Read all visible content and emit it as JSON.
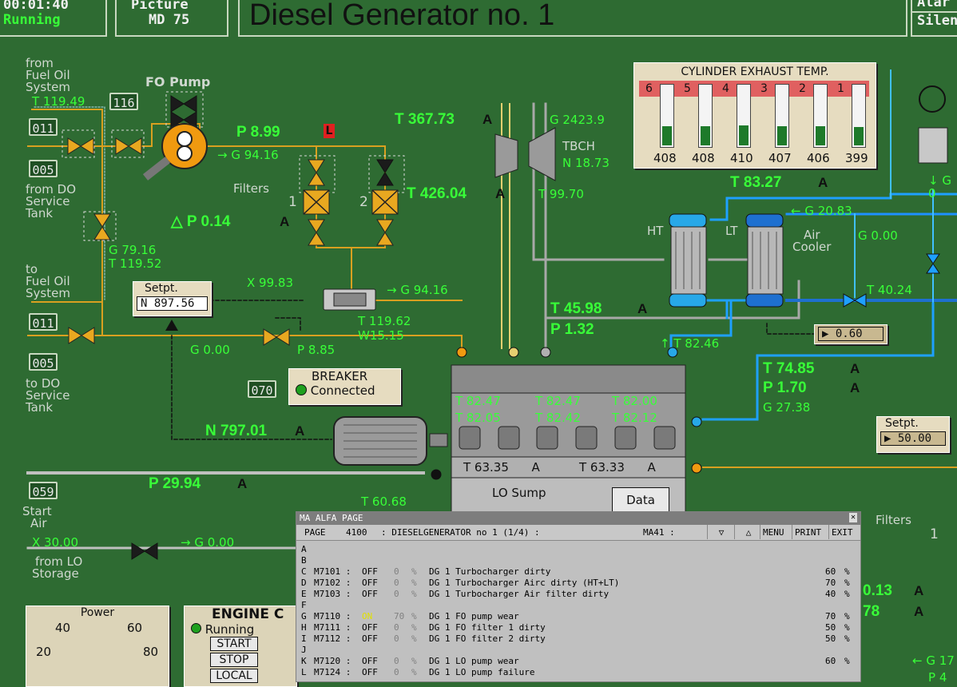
{
  "header": {
    "time": "00:01:40",
    "status": "Running",
    "picture_label": "Picture",
    "picture_code": "MD 75",
    "title": "Diesel Generator no. 1",
    "right_top": "Alar",
    "right_bottom": "Silen"
  },
  "fuel": {
    "from_fo_system": [
      "from",
      "Fuel Oil",
      "System"
    ],
    "to_fo_system": [
      "to",
      "Fuel Oil",
      "System"
    ],
    "from_do_tank": [
      "from DO",
      "Service",
      "Tank"
    ],
    "to_do_tank": [
      "to DO",
      "Service",
      "Tank"
    ],
    "t_in": "T 119.49",
    "tag_116": "116",
    "tag_011a": "011",
    "tag_005a": "005",
    "tag_011b": "011",
    "tag_005b": "005",
    "fo_pump_label": "FO Pump",
    "p_fo": "P 8.99",
    "l_flag": "L",
    "g_pump": "G 94.16",
    "filters": "Filters",
    "filter1": "1",
    "filter2": "2",
    "dp": "P 0.14",
    "g_return": "G 79.16",
    "t_return": "T 119.52",
    "x_rack": "X 99.83",
    "g_rack": "G 94.16",
    "t_rack": "T 119.62",
    "w_rack": "W15.15",
    "g_0": "G 0.00",
    "p_885": "P 8.85"
  },
  "setpoint_speed": {
    "label": "Setpt.",
    "value": "N 897.56"
  },
  "breaker": {
    "label": "BREAKER",
    "state": "Connected",
    "tag": "070"
  },
  "gen_speed": "N 797.01",
  "exhaust": {
    "title": "CYLINDER EXHAUST TEMP.",
    "cyl": [
      "6",
      "5",
      "4",
      "3",
      "2",
      "1"
    ],
    "temps": [
      "408",
      "408",
      "410",
      "407",
      "406",
      "399"
    ],
    "levels": [
      0.32,
      0.32,
      0.33,
      0.32,
      0.31,
      0.3
    ]
  },
  "turbo": {
    "t_exh_in": "T 367.73",
    "t_exh_out": "T 426.04",
    "g": "G 2423.9",
    "label": "TBCH",
    "n": "N 18.73",
    "t_air": "T 99.70"
  },
  "cooler": {
    "t_ht": "T 83.27",
    "ht": "HT",
    "lt": "LT",
    "g_lt": "G 20.83",
    "air_cooler": [
      "Air",
      "Cooler"
    ],
    "g_0": "G 0.00",
    "t_lt": "T 40.24",
    "valve": "0.60"
  },
  "scav": {
    "t": "T 45.98",
    "p": "P 1.32",
    "t_ht_out": "T 82.46"
  },
  "cooling_water": {
    "t": "T 74.85",
    "p": "P 1.70",
    "g": "G 27.38"
  },
  "setpoint_cw": {
    "label": "Setpt.",
    "value": "50.00"
  },
  "engine": {
    "t_row1": [
      "T 82.47",
      "T 82.47",
      "T 82.00"
    ],
    "t_row2": [
      "T 82.05",
      "T 82.42",
      "T 82.12"
    ],
    "t_bear": [
      "T 63.35",
      "T 63.33"
    ],
    "lo_sump": "LO Sump",
    "data": "Data"
  },
  "start_air": {
    "p": "P 29.94",
    "tag": "059",
    "label": [
      "Start",
      "Air"
    ],
    "t": "T 60.68",
    "x": "X 30.00",
    "g": "G 0.00",
    "from_lo": [
      "from LO",
      "Storage"
    ]
  },
  "right_edge": {
    "filters": "Filters",
    "one": "1",
    "v13": "0.13",
    "v78": "78",
    "g17": "G 17",
    "p4": "P 4",
    "g0": "G 0",
    "a": "A"
  },
  "power": {
    "title": "Power",
    "ticks": [
      "20",
      "40",
      "60",
      "80"
    ]
  },
  "engine_control": {
    "title": "ENGINE C",
    "running": "Running",
    "buttons": [
      "START",
      "STOP",
      "LOCAL"
    ]
  },
  "popup": {
    "title": "MA ALFA PAGE",
    "page_label": "PAGE",
    "page_no": "4100",
    "page_desc": ": DIESELGENERATOR no 1 (1/4) :",
    "ma": "MA41 :",
    "buttons": [
      "MENU",
      "PRINT",
      "EXIT"
    ],
    "rows": [
      {
        "k": "A",
        "id": "",
        "st": "",
        "v": "",
        "u": "",
        "desc": "",
        "lim": "",
        "lu": ""
      },
      {
        "k": "B",
        "id": "",
        "st": "",
        "v": "",
        "u": "",
        "desc": "",
        "lim": "",
        "lu": ""
      },
      {
        "k": "C",
        "id": "M7101 :",
        "st": "OFF",
        "v": "0",
        "u": "%",
        "desc": "DG 1 Turbocharger dirty",
        "lim": "60",
        "lu": "%"
      },
      {
        "k": "D",
        "id": "M7102 :",
        "st": "OFF",
        "v": "0",
        "u": "%",
        "desc": "DG 1 Turbocharger Airc dirty (HT+LT)",
        "lim": "70",
        "lu": "%"
      },
      {
        "k": "E",
        "id": "M7103 :",
        "st": "OFF",
        "v": "0",
        "u": "%",
        "desc": "DG 1 Turbocharger Air filter dirty",
        "lim": "40",
        "lu": "%"
      },
      {
        "k": "F",
        "id": "",
        "st": "",
        "v": "",
        "u": "",
        "desc": "",
        "lim": "",
        "lu": ""
      },
      {
        "k": "G",
        "id": "M7110 :",
        "st": "ON",
        "v": "70",
        "u": "%",
        "desc": "DG 1 FO pump wear",
        "lim": "70",
        "lu": "%"
      },
      {
        "k": "H",
        "id": "M7111 :",
        "st": "OFF",
        "v": "0",
        "u": "%",
        "desc": "DG 1 FO filter 1 dirty",
        "lim": "50",
        "lu": "%"
      },
      {
        "k": "I",
        "id": "M7112 :",
        "st": "OFF",
        "v": "0",
        "u": "%",
        "desc": "DG 1 FO filter 2 dirty",
        "lim": "50",
        "lu": "%"
      },
      {
        "k": "J",
        "id": "",
        "st": "",
        "v": "",
        "u": "",
        "desc": "",
        "lim": "",
        "lu": ""
      },
      {
        "k": "K",
        "id": "M7120 :",
        "st": "OFF",
        "v": "0",
        "u": "%",
        "desc": "DG 1 LO pump wear",
        "lim": "60",
        "lu": "%"
      },
      {
        "k": "L",
        "id": "M7124 :",
        "st": "OFF",
        "v": "0",
        "u": "%",
        "desc": "DG 1 LO pump failure",
        "lim": "",
        "lu": ""
      }
    ]
  }
}
